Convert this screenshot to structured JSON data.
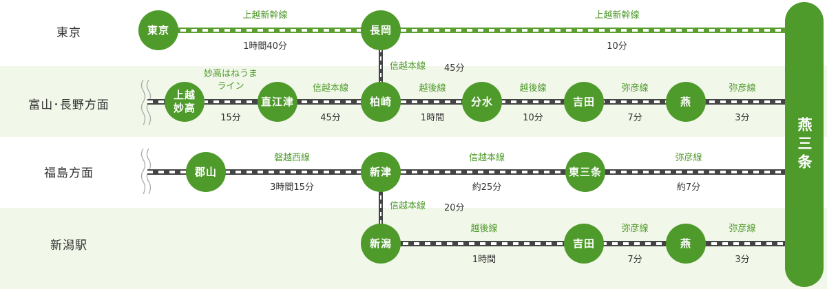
{
  "regions": {
    "tokyo": "東京",
    "toyama_nagano": "富山･長野方面",
    "fukushima": "福島方面",
    "niigata": "新潟駅"
  },
  "destination": "燕三条",
  "stations": {
    "tokyo": "東京",
    "nagaoka": "長岡",
    "joetsu_myoko": "上越\n妙高",
    "naoetsu": "直江津",
    "kashiwazaki": "柏崎",
    "bunsui_1": "分水",
    "yoshida_1": "吉田",
    "tsubame_1": "燕",
    "koriyama": "郡山",
    "niitsu": "新津",
    "higashi_sanjo": "東三条",
    "niigata": "新潟",
    "yoshida_2": "吉田",
    "tsubame_2": "燕"
  },
  "segments": {
    "tokyo_nagaoka": {
      "line": "上越新幹線",
      "time": "1時間40分"
    },
    "nagaoka_dest": {
      "line": "上越新幹線",
      "time": "10分"
    },
    "nagaoka_kashiwazaki": {
      "line": "信越本線",
      "time": "45分"
    },
    "joetsu_naoetsu": {
      "line": "妙高はねうま\nライン",
      "time": "15分"
    },
    "naoetsu_kashiwazaki": {
      "line": "信越本線",
      "time": "45分"
    },
    "kashiwazaki_bunsui": {
      "line": "越後線",
      "time": "1時間"
    },
    "bunsui_yoshida": {
      "line": "越後線",
      "time": "10分"
    },
    "yoshida_tsubame_1": {
      "line": "弥彦線",
      "time": "7分"
    },
    "tsubame_dest_1": {
      "line": "弥彦線",
      "time": "3分"
    },
    "koriyama_niitsu": {
      "line": "磐越西線",
      "time": "3時間15分"
    },
    "niitsu_higashisanjo": {
      "line": "信越本線",
      "time": "約25分"
    },
    "higashisanjo_dest": {
      "line": "弥彦線",
      "time": "約7分"
    },
    "niitsu_niigata": {
      "line": "信越本線",
      "time": "20分"
    },
    "niigata_yoshida": {
      "line": "越後線",
      "time": "1時間"
    },
    "yoshida_tsubame_2": {
      "line": "弥彦線",
      "time": "7分"
    },
    "tsubame_dest_2": {
      "line": "弥彦線",
      "time": "3分"
    }
  },
  "colors": {
    "green": "#4e9a2a",
    "band": "#f1f7e9",
    "track": "#444444"
  }
}
